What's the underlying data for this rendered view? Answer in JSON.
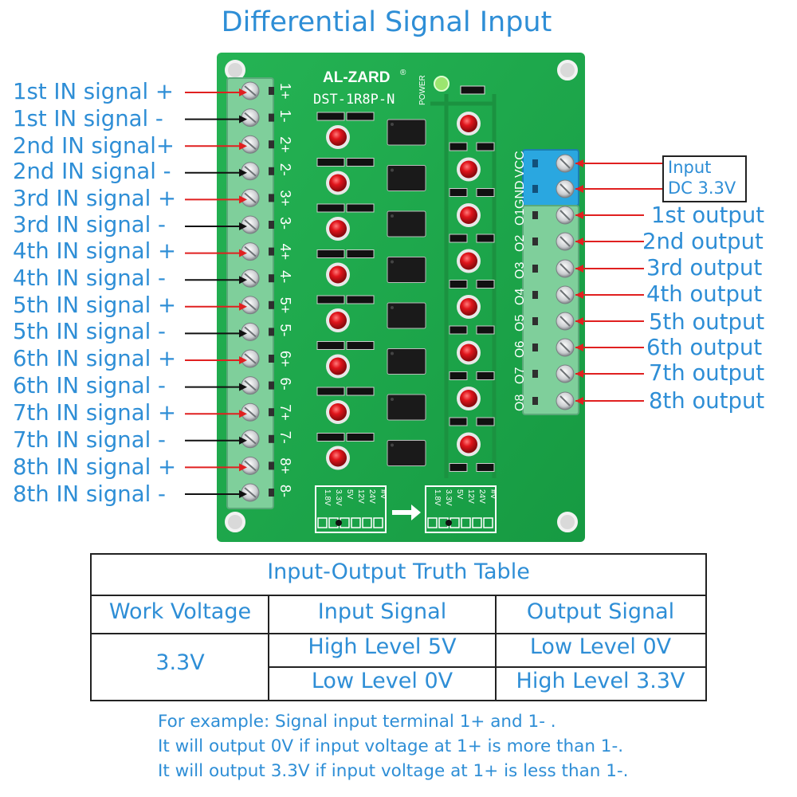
{
  "title": "Differential Signal Input",
  "board": {
    "brand": "AL-ZARD",
    "brand_mark": "®",
    "model": "DST-1R8P-N",
    "power_label": "POWER",
    "left_terminal_marks": [
      "1+",
      "1-",
      "2+",
      "2-",
      "3+",
      "3-",
      "4+",
      "4-",
      "5+",
      "5-",
      "6+",
      "6-",
      "7+",
      "7-",
      "8+",
      "8-"
    ],
    "right_terminal_marks": [
      "VCC",
      "GND",
      "O1",
      "O2",
      "O3",
      "O4",
      "O5",
      "O6",
      "O7",
      "O8"
    ],
    "voltage_options": [
      "1.8V",
      "3.3V",
      "5V",
      "12V",
      "24V",
      "#V"
    ],
    "left_led_count": 8,
    "right_led_count": 8,
    "colors": {
      "pcb": "#1ea64b",
      "terminal_green": "#7fcf9b",
      "terminal_blue": "#2aa7e0",
      "led_red": "#e0141b",
      "arrow_red": "#e02020",
      "text_blue": "#2e8ed6"
    }
  },
  "input_labels": [
    "1st IN signal  +",
    "1st IN signal  -",
    "2nd IN signal+",
    "2nd IN signal  -",
    "3rd IN signal  +",
    "3rd IN signal  -",
    "4th IN signal  +",
    "4th IN signal  -",
    "5th IN signal  +",
    "5th IN signal  -",
    "6th IN signal  +",
    "6th IN signal  -",
    "7th IN signal  +",
    "7th IN signal  -",
    "8th IN signal  +",
    "8th IN signal  -"
  ],
  "power_input": {
    "line1": "Input",
    "line2": "DC 3.3V"
  },
  "output_labels": [
    "1st output",
    "2nd output",
    "3rd output",
    "4th output",
    "5th output",
    "6th output",
    "7th output",
    "8th output"
  ],
  "truth_table": {
    "title": "Input-Output Truth Table",
    "headers": [
      "Work Voltage",
      "Input Signal",
      "Output Signal"
    ],
    "voltage": "3.3V",
    "rows": [
      {
        "input": "High Level 5V",
        "output": "Low Level 0V"
      },
      {
        "input": "Low Level 0V",
        "output": "High Level 3.3V"
      }
    ]
  },
  "notes": [
    "For example: Signal input terminal 1+ and 1- .",
    "It will output 0V if input voltage at 1+ is more than 1-.",
    "It will output 3.3V if input voltage at 1+ is less than 1-."
  ]
}
